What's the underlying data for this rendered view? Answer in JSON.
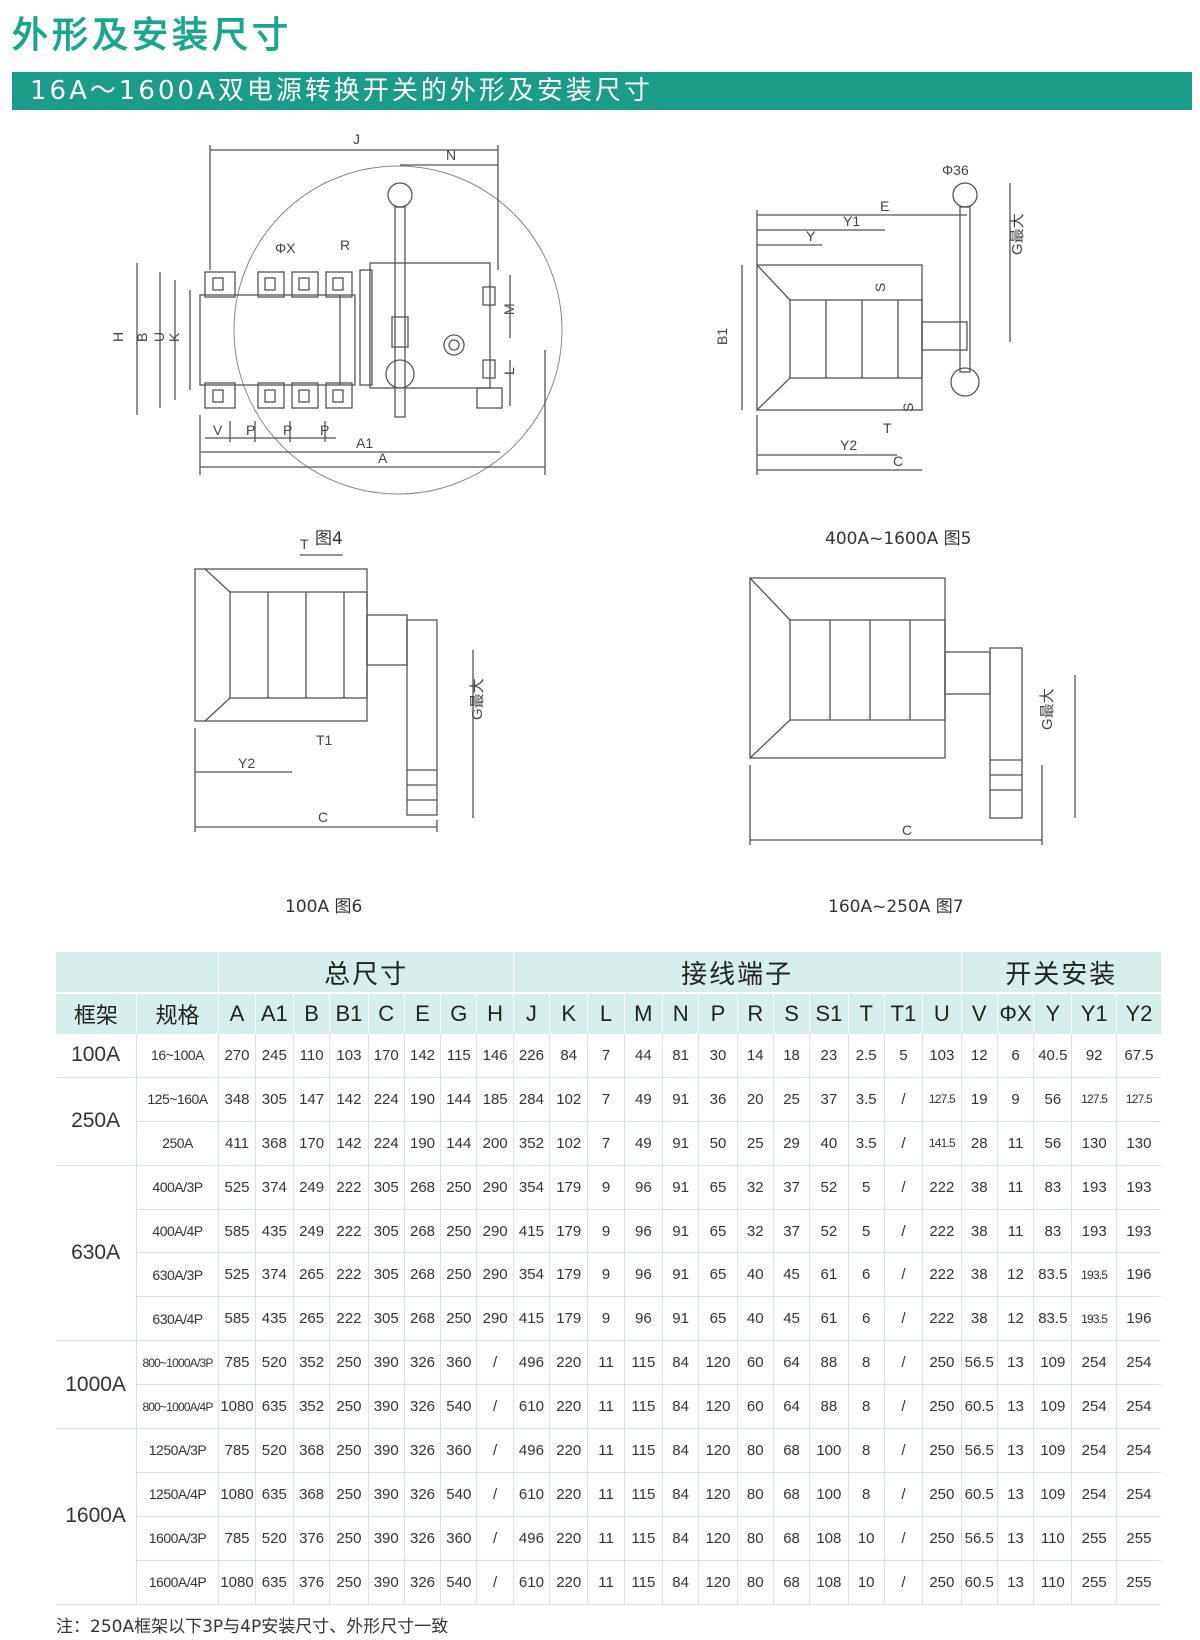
{
  "page_title": "外形及安装尺寸",
  "section_title": "16A～1600A双电源转换开关的外形及安装尺寸",
  "figures": {
    "fig4": {
      "caption": "图4",
      "labels": {
        "J": "J",
        "N": "N",
        "phi_x": "ΦX",
        "R": "R",
        "H": "H",
        "B": "B",
        "U": "U",
        "K": "K",
        "M": "M",
        "L": "L",
        "V": "V",
        "P1": "P",
        "P2": "P",
        "P3": "P",
        "A1": "A1",
        "A": "A"
      }
    },
    "fig5": {
      "caption": "400A~1600A  图5",
      "labels": {
        "phi36": "Φ36",
        "E": "E",
        "Y1": "Y1",
        "Y": "Y",
        "B1": "B1",
        "S_top": "S",
        "S_bot": "S",
        "T": "T",
        "Y2": "Y2",
        "C": "C",
        "G": "G最大"
      }
    },
    "fig6": {
      "caption": "100A  图6",
      "labels": {
        "T": "T",
        "T1": "T1",
        "Y2": "Y2",
        "C": "C",
        "G": "G最大"
      }
    },
    "fig7": {
      "caption": "160A~250A  图7",
      "labels": {
        "C": "C",
        "G": "G最大"
      }
    }
  },
  "table": {
    "groups": [
      "总尺寸",
      "接线端子",
      "开关安装"
    ],
    "columns": [
      "框架",
      "规格",
      "A",
      "A1",
      "B",
      "B1",
      "C",
      "E",
      "G",
      "H",
      "J",
      "K",
      "L",
      "M",
      "N",
      "P",
      "R",
      "S",
      "S1",
      "T",
      "T1",
      "U",
      "V",
      "ΦX",
      "Y",
      "Y1",
      "Y2"
    ],
    "frames": [
      {
        "frame": "100A",
        "rows": [
          [
            "16~100A",
            "270",
            "245",
            "110",
            "103",
            "170",
            "142",
            "115",
            "146",
            "226",
            "84",
            "7",
            "44",
            "81",
            "30",
            "14",
            "18",
            "23",
            "2.5",
            "5",
            "103",
            "12",
            "6",
            "40.5",
            "92",
            "67.5"
          ]
        ]
      },
      {
        "frame": "250A",
        "rows": [
          [
            "125~160A",
            "348",
            "305",
            "147",
            "142",
            "224",
            "190",
            "144",
            "185",
            "284",
            "102",
            "7",
            "49",
            "91",
            "36",
            "20",
            "25",
            "37",
            "3.5",
            "/",
            "127.5",
            "19",
            "9",
            "56",
            "127.5",
            "127.5"
          ],
          [
            "250A",
            "411",
            "368",
            "170",
            "142",
            "224",
            "190",
            "144",
            "200",
            "352",
            "102",
            "7",
            "49",
            "91",
            "50",
            "25",
            "29",
            "40",
            "3.5",
            "/",
            "141.5",
            "28",
            "11",
            "56",
            "130",
            "130"
          ]
        ]
      },
      {
        "frame": "630A",
        "rows": [
          [
            "400A/3P",
            "525",
            "374",
            "249",
            "222",
            "305",
            "268",
            "250",
            "290",
            "354",
            "179",
            "9",
            "96",
            "91",
            "65",
            "32",
            "37",
            "52",
            "5",
            "/",
            "222",
            "38",
            "11",
            "83",
            "193",
            "193"
          ],
          [
            "400A/4P",
            "585",
            "435",
            "249",
            "222",
            "305",
            "268",
            "250",
            "290",
            "415",
            "179",
            "9",
            "96",
            "91",
            "65",
            "32",
            "37",
            "52",
            "5",
            "/",
            "222",
            "38",
            "11",
            "83",
            "193",
            "193"
          ],
          [
            "630A/3P",
            "525",
            "374",
            "265",
            "222",
            "305",
            "268",
            "250",
            "290",
            "354",
            "179",
            "9",
            "96",
            "91",
            "65",
            "40",
            "45",
            "61",
            "6",
            "/",
            "222",
            "38",
            "12",
            "83.5",
            "193.5",
            "196"
          ],
          [
            "630A/4P",
            "585",
            "435",
            "265",
            "222",
            "305",
            "268",
            "250",
            "290",
            "415",
            "179",
            "9",
            "96",
            "91",
            "65",
            "40",
            "45",
            "61",
            "6",
            "/",
            "222",
            "38",
            "12",
            "83.5",
            "193.5",
            "196"
          ]
        ]
      },
      {
        "frame": "1000A",
        "rows": [
          [
            "800~1000A/3P",
            "785",
            "520",
            "352",
            "250",
            "390",
            "326",
            "360",
            "/",
            "496",
            "220",
            "11",
            "115",
            "84",
            "120",
            "60",
            "64",
            "88",
            "8",
            "/",
            "250",
            "56.5",
            "13",
            "109",
            "254",
            "254"
          ],
          [
            "800~1000A/4P",
            "1080",
            "635",
            "352",
            "250",
            "390",
            "326",
            "540",
            "/",
            "610",
            "220",
            "11",
            "115",
            "84",
            "120",
            "60",
            "64",
            "88",
            "8",
            "/",
            "250",
            "60.5",
            "13",
            "109",
            "254",
            "254"
          ]
        ]
      },
      {
        "frame": "1600A",
        "rows": [
          [
            "1250A/3P",
            "785",
            "520",
            "368",
            "250",
            "390",
            "326",
            "360",
            "/",
            "496",
            "220",
            "11",
            "115",
            "84",
            "120",
            "80",
            "68",
            "100",
            "8",
            "/",
            "250",
            "56.5",
            "13",
            "109",
            "254",
            "254"
          ],
          [
            "1250A/4P",
            "1080",
            "635",
            "368",
            "250",
            "390",
            "326",
            "540",
            "/",
            "610",
            "220",
            "11",
            "115",
            "84",
            "120",
            "80",
            "68",
            "100",
            "8",
            "/",
            "250",
            "60.5",
            "13",
            "109",
            "254",
            "254"
          ],
          [
            "1600A/3P",
            "785",
            "520",
            "376",
            "250",
            "390",
            "326",
            "360",
            "/",
            "496",
            "220",
            "11",
            "115",
            "84",
            "120",
            "80",
            "68",
            "108",
            "10",
            "/",
            "250",
            "56.5",
            "13",
            "110",
            "255",
            "255"
          ],
          [
            "1600A/4P",
            "1080",
            "635",
            "376",
            "250",
            "390",
            "326",
            "540",
            "/",
            "610",
            "220",
            "11",
            "115",
            "84",
            "120",
            "80",
            "68",
            "108",
            "10",
            "/",
            "250",
            "60.5",
            "13",
            "110",
            "255",
            "255"
          ]
        ]
      }
    ]
  },
  "note": "注：250A框架以下3P与4P安装尺寸、外形尺寸一致",
  "colors": {
    "accent": "#1a9c88",
    "title": "#1aa58e",
    "header_bg": "#d7efec",
    "line": "#555555"
  }
}
